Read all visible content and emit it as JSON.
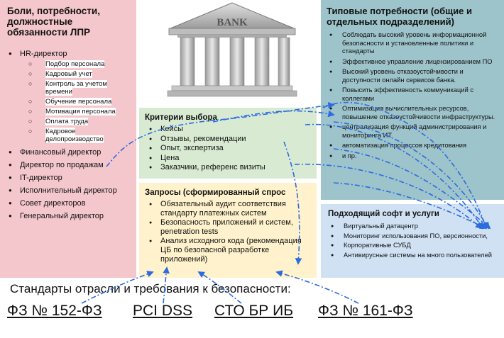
{
  "left_panel": {
    "title": "Боли, потребности, должностные обязанности  ЛПР",
    "hr_director": "HR-директор",
    "hr_subitems": [
      "Подбор персонала",
      "Кадровый учет",
      "Контроль за учетом времени",
      "Обучение персонала",
      "Мотивация персонала",
      "Оплата труда",
      "Кадровое делопроизводство"
    ],
    "other_roles": [
      "Финансовый директор",
      "Директор по продажам",
      "IT-директор",
      "Исполнительный директор",
      "Совет директоров",
      "Генеральный директор"
    ]
  },
  "bank": {
    "label": "BANK"
  },
  "criteria": {
    "title": "Критерии выбора",
    "items": [
      "Кейсы",
      "Отзывы, рекомендации",
      "Опыт, экспертиза",
      "Цена",
      "Заказчики, референс визиты"
    ]
  },
  "requests": {
    "title": "Запросы (сформированный спрос",
    "items": [
      "Обязательный аудит соответствия стандарту платежных систем",
      "Безопасность приложений и систем, penetration tests",
      "Анализ исходного кода (рекомендация ЦБ по безопасной разработке приложений)"
    ]
  },
  "typical_needs": {
    "title": "Типовые потребности (общие и отдельных подразделений)",
    "items": [
      "Соблюдать высокий уровень информационной безопасности и установленные политики и стандарты",
      "Эффективное управление лицензированием ПО",
      "Высокий уровень отказоустойчивости и доступности онлайн сервисов банка.",
      "Повысить эффективность коммуникаций с коллегами",
      "Оптимизация вычислительных ресурсов, повышение отказоустойчивости инфраструктуры.",
      "централизация функций администрирования и мониторинга ИТ",
      "автоматизация процессов кредитования",
      "и пр."
    ]
  },
  "software": {
    "title": "Подходящий софт и услуги",
    "items": [
      "Виртуальный датацентр",
      "Мониторинг использования ПО, версионности,",
      "Корпоративные СУБД",
      "Антивирусные системы на много пользователей"
    ]
  },
  "standards": {
    "title": "Стандарты отрасли и требования к безопасности:",
    "items": [
      "ФЗ № 152-ФЗ",
      "PCI DSS",
      "СТО БР ИБ",
      "ФЗ № 161-ФЗ"
    ]
  },
  "colors": {
    "pink": "#f4c7cc",
    "teal": "#9dc3cb",
    "green": "#d9ead3",
    "yellow": "#fff2cc",
    "lightblue": "#cfe1f3",
    "arrow": "#2d6be0"
  }
}
